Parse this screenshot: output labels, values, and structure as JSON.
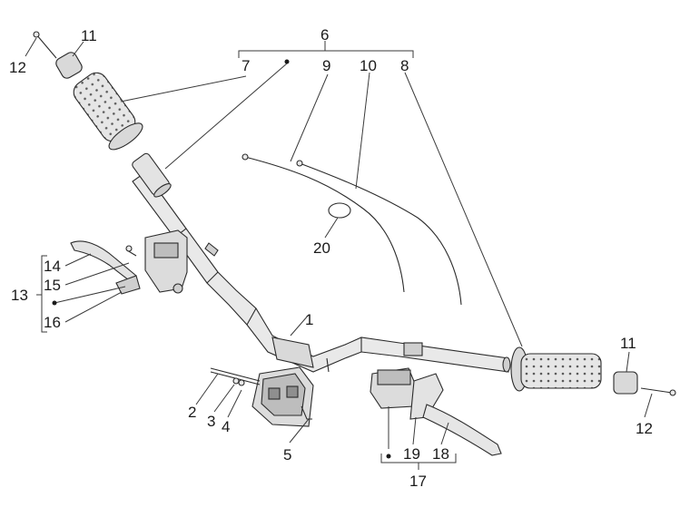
{
  "diagram": {
    "labels": {
      "p1": "1",
      "p2": "2",
      "p3": "3",
      "p4": "4",
      "p5": "5",
      "p6": "6",
      "p7": "7",
      "p8": "8",
      "p9": "9",
      "p10": "10",
      "p11_left": "11",
      "p11_right": "11",
      "p12_left": "12",
      "p12_right": "12",
      "p13": "13",
      "p14": "14",
      "p15": "15",
      "p16": "16",
      "p17": "17",
      "p18": "18",
      "p19": "19",
      "p20": "20"
    },
    "colors": {
      "line": "#2b2b2b",
      "part_fill": "#e9e9e9",
      "part_shade": "#cfcfcf",
      "background": "#ffffff"
    }
  }
}
